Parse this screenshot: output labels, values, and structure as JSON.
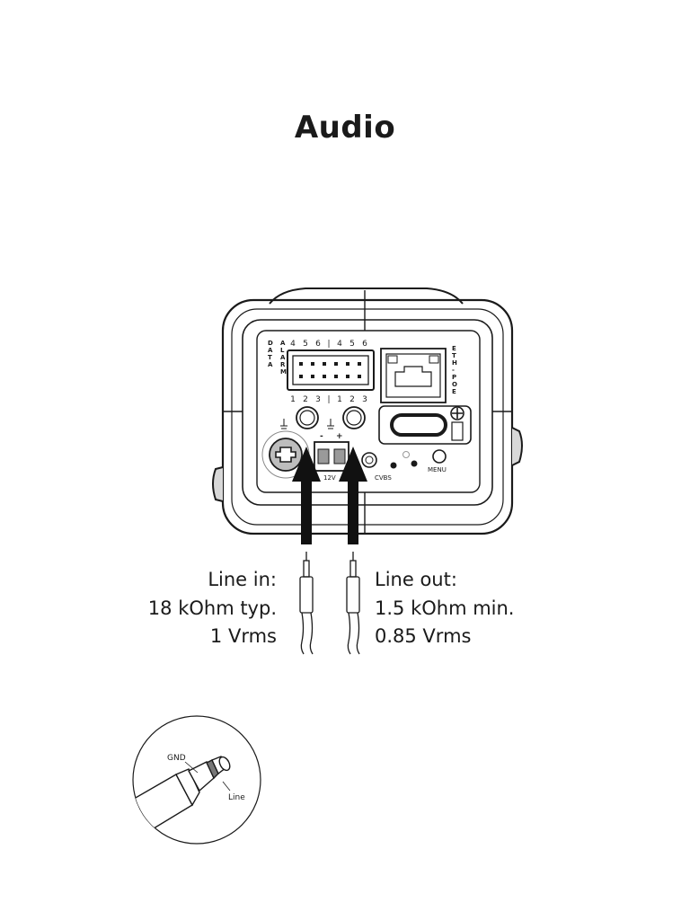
{
  "page": {
    "title": "Audio"
  },
  "camera": {
    "data_label": "DATA",
    "alarm_label": "ALARM",
    "eth_label": "ETH-POE",
    "top_pins": [
      "4",
      "5",
      "6",
      "|",
      "4",
      "5",
      "6"
    ],
    "bottom_pins": [
      "1",
      "2",
      "3",
      "|",
      "1",
      "2",
      "3"
    ],
    "power_label": "12V",
    "power_minus": "-",
    "power_plus": "+",
    "cvbs_label": "CVBS",
    "menu_label": "MENU"
  },
  "line_in": {
    "title": "Line in:",
    "impedance": "18 kOhm typ.",
    "level": "1 Vrms"
  },
  "line_out": {
    "title": "Line out:",
    "impedance": "1.5 kOhm min.",
    "level": "0.85 Vrms"
  },
  "jack_detail": {
    "gnd_label": "GND",
    "line_label": "Line"
  }
}
